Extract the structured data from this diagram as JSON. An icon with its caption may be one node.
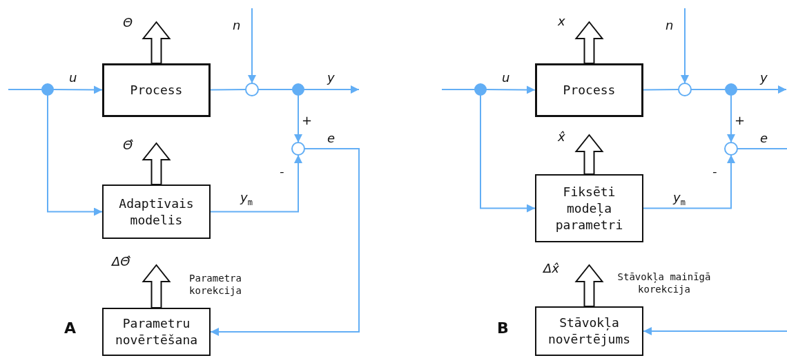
{
  "diagram": {
    "nodes": [
      {
        "text": [
          "Process"
        ]
      },
      {
        "text": [
          "Adaptīvais modelis"
        ]
      },
      {
        "text": [
          "Parametru novērtēšana"
        ]
      },
      {
        "text": [],
        "shape": "dot"
      },
      {
        "text": [],
        "shape": "circle"
      },
      {
        "text": [],
        "shape": "dot"
      },
      {
        "text": [],
        "shape": "circle"
      },
      {
        "text": [
          "Process"
        ]
      },
      {
        "text": [
          "Fiksēti modeļa parametri"
        ]
      },
      {
        "text": [
          "Stāvokļa novērtējums"
        ]
      },
      {
        "text": [],
        "shape": "dot"
      },
      {
        "text": [],
        "shape": "circle"
      },
      {
        "text": [],
        "shape": "dot"
      },
      {
        "text": [],
        "shape": "circle"
      }
    ],
    "edges": [
      {
        "from": null,
        "to": 3,
        "arrow": "none"
      },
      {
        "from": 3,
        "to": 0,
        "arrow": "to",
        "label": "u"
      },
      {
        "from": 3,
        "to": 1,
        "arrow": "to"
      },
      {
        "from": 0,
        "to": 4,
        "arrow": "none"
      },
      {
        "from": null,
        "to": 4,
        "arrow": "to",
        "label": "n"
      },
      {
        "from": 4,
        "to": 5,
        "arrow": "none"
      },
      {
        "from": 5,
        "to": null,
        "arrow": "to",
        "label": "y"
      },
      {
        "from": 5,
        "to": 6,
        "arrow": "to",
        "label": "+"
      },
      {
        "from": 1,
        "to": 6,
        "arrow": "to",
        "label": "*y*$_{m}$"
      },
      {
        "from": 6,
        "to": 2,
        "arrow": "to",
        "label": "e"
      },
      {
        "from": 0,
        "to": null,
        "arrow": "to",
        "label": "Θ",
        "style": "thick"
      },
      {
        "from": 1,
        "to": null,
        "arrow": "to",
        "label": "Θ̂",
        "style": "thick"
      },
      {
        "from": 2,
        "to": null,
        "arrow": "to",
        "label": "ΔΘ̂",
        "style": "thick"
      },
      {
        "from": null,
        "to": 10,
        "arrow": "none"
      },
      {
        "from": 10,
        "to": 7,
        "arrow": "to",
        "label": "u"
      },
      {
        "from": 10,
        "to": 8,
        "arrow": "to"
      },
      {
        "from": 7,
        "to": 11,
        "arrow": "none"
      },
      {
        "from": null,
        "to": 11,
        "arrow": "to",
        "label": "n"
      },
      {
        "from": 11,
        "to": 12,
        "arrow": "none"
      },
      {
        "from": 12,
        "to": null,
        "arrow": "to",
        "label": "y"
      },
      {
        "from": 12,
        "to": 13,
        "arrow": "to",
        "label": "+"
      },
      {
        "from": 8,
        "to": 13,
        "arrow": "to",
        "label": "*y*$_{m}$"
      },
      {
        "from": 13,
        "to": null,
        "arrow": "none",
        "label": "e"
      },
      {
        "from": null,
        "to": 9,
        "arrow": "to"
      },
      {
        "from": 7,
        "to": null,
        "arrow": "to",
        "label": "x",
        "style": "thick"
      },
      {
        "from": 8,
        "to": null,
        "arrow": "to",
        "label": "x̂",
        "style": "thick"
      },
      {
        "from": 9,
        "to": null,
        "arrow": "to",
        "label": "Δx̂",
        "style": "thick"
      }
    ],
    "labels": [
      "Parametra korekcija",
      "-",
      "A",
      "Stāvokļa mainīgā korekcija",
      "-",
      "B"
    ]
  }
}
